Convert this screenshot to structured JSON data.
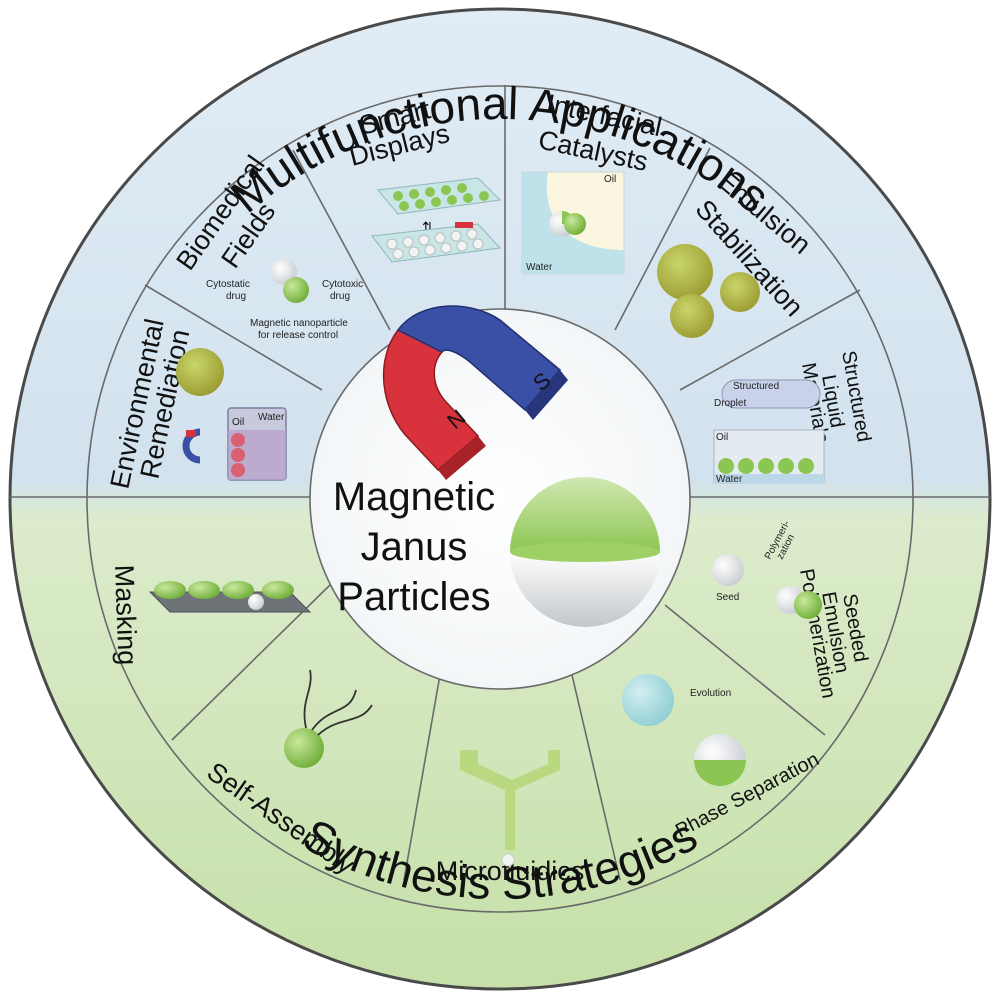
{
  "outer": {
    "top_title": "Multifunctional Applications",
    "bottom_title": "Synthesis Strategies"
  },
  "center": {
    "line1": "Magnetic",
    "line2": "Janus",
    "line3": "Particles",
    "magnet_n": "N",
    "magnet_s": "S"
  },
  "applications": [
    {
      "id": "environmental",
      "line1": "Environmental",
      "line2": "Remediation",
      "notes": [
        "Oil",
        "Water"
      ]
    },
    {
      "id": "biomedical",
      "line1": "Biomedical",
      "line2": "Fields",
      "notes": [
        "Cytostatic",
        "drug",
        "Cytotoxic",
        "drug",
        "Magnetic nanoparticle",
        "for release control"
      ]
    },
    {
      "id": "smart-displays",
      "line1": "Smart",
      "line2": "Displays"
    },
    {
      "id": "interfacial-catalysts",
      "line1": "Interfacial",
      "line2": "Catalysts",
      "notes": [
        "Oil",
        "Water"
      ]
    },
    {
      "id": "emulsion-stabilization",
      "line1": "Emulsion",
      "line2": "Stabilization"
    },
    {
      "id": "structured-liquid-materials",
      "line1": "Structured",
      "line2": "Liquid",
      "line3": "Materials",
      "notes": [
        "Droplet",
        "Structured",
        "Oil",
        "Water"
      ]
    }
  ],
  "strategies": [
    {
      "id": "masking",
      "label": "Masking"
    },
    {
      "id": "self-assembly",
      "label": "Self-Assembly"
    },
    {
      "id": "microfluidics",
      "label": "Microfluidics"
    },
    {
      "id": "phase-separation",
      "label": "Phase Separation",
      "notes": [
        "Evolution"
      ]
    },
    {
      "id": "seeded-emulsion",
      "line1": "Seeded",
      "line2": "Emulsion",
      "line3": "Polymerization",
      "notes": [
        "Seed",
        "Polymeri-",
        "zation"
      ]
    }
  ],
  "colors": {
    "top_bg": "#d9e6f1",
    "bottom_bg": "#d3e7bf",
    "green": "#8cc652",
    "magnet_red": "#d8323c",
    "magnet_blue": "#3a4fa6"
  }
}
